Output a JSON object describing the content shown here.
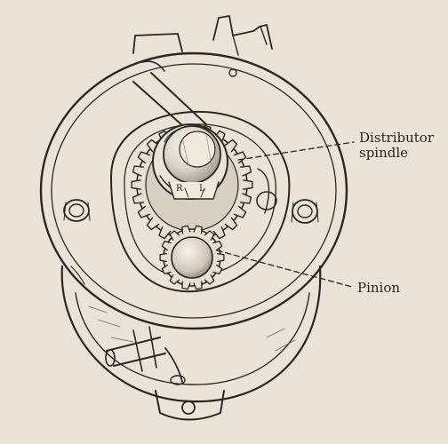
{
  "labels": {
    "distributor_spindle": [
      "Distributor",
      "spindle"
    ],
    "pinion": "Pinion",
    "rotor_marks": [
      "R",
      "L"
    ]
  },
  "colors": {
    "background": "#e9e3d8",
    "ink": "#2a2622",
    "metal_light": "#e6e0d4",
    "metal_shade": "#cfc7b9"
  }
}
